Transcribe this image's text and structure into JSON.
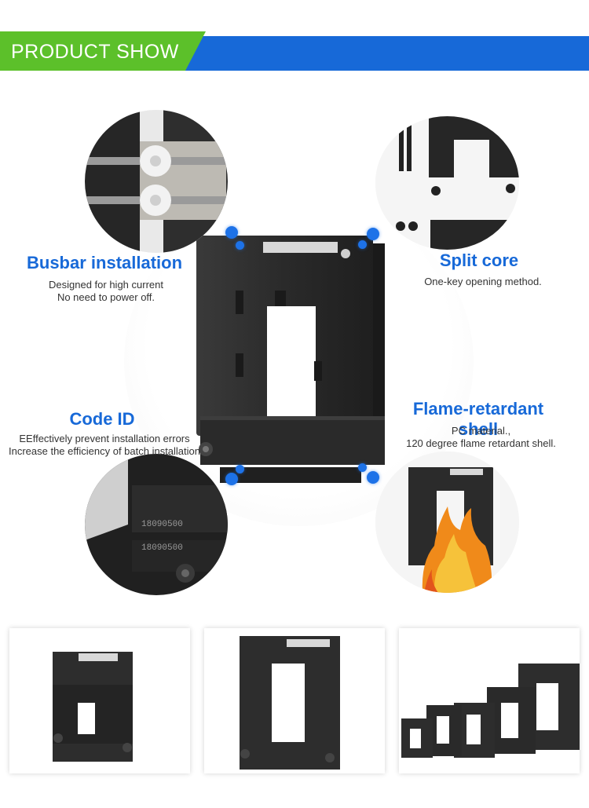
{
  "banner": {
    "title": "PRODUCT SHOW"
  },
  "features": {
    "busbar": {
      "title": "Busbar installation",
      "line1": "Designed for high current",
      "line2": "No need to power off."
    },
    "split": {
      "title": "Split core",
      "line1": "One-key opening method."
    },
    "code": {
      "title": "Code ID",
      "line1": "EEffectively prevent installation errors",
      "line2": "Increase the efficiency of batch installation"
    },
    "flame": {
      "title": "Flame-retardant shell",
      "line1": "PC material.,",
      "line2": "120 degree flame retardant shell."
    }
  },
  "code_labels": {
    "label1": "18090500",
    "label2": "18090500"
  },
  "colors": {
    "banner_blue": "#1769d8",
    "banner_green": "#5cc02a",
    "title_blue": "#1769d8",
    "product_dark": "#2b2b2b"
  }
}
